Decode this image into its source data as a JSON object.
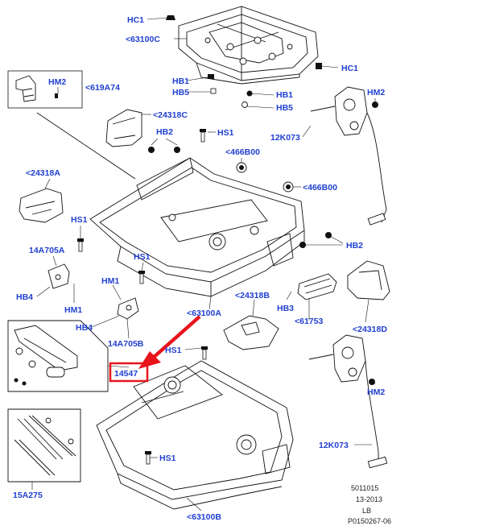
{
  "labels": [
    {
      "id": "l1",
      "text": "HC1"
    },
    {
      "id": "l2",
      "text": "<63100C"
    },
    {
      "id": "l3",
      "text": "HC1"
    },
    {
      "id": "l4",
      "text": "HM2"
    },
    {
      "id": "l5",
      "text": "<619A74"
    },
    {
      "id": "l6",
      "text": "HB1"
    },
    {
      "id": "l7",
      "text": "HB5"
    },
    {
      "id": "l8",
      "text": "HB1"
    },
    {
      "id": "l9",
      "text": "HB5"
    },
    {
      "id": "l10",
      "text": "HM2"
    },
    {
      "id": "l11",
      "text": "<24318C"
    },
    {
      "id": "l12",
      "text": "HB2"
    },
    {
      "id": "l13",
      "text": "HS1"
    },
    {
      "id": "l14",
      "text": "12K073"
    },
    {
      "id": "l15",
      "text": "<466B00"
    },
    {
      "id": "l16",
      "text": "<24318A"
    },
    {
      "id": "l17",
      "text": "<466B00"
    },
    {
      "id": "l18",
      "text": "HS1"
    },
    {
      "id": "l19",
      "text": "HB2"
    },
    {
      "id": "l20",
      "text": "14A705A"
    },
    {
      "id": "l21",
      "text": "HS1"
    },
    {
      "id": "l22",
      "text": "HB4"
    },
    {
      "id": "l23",
      "text": "HM1"
    },
    {
      "id": "l24",
      "text": "HM1"
    },
    {
      "id": "l25",
      "text": "<24318B"
    },
    {
      "id": "l26",
      "text": "<63100A"
    },
    {
      "id": "l27",
      "text": "HB3"
    },
    {
      "id": "l28",
      "text": "<61753"
    },
    {
      "id": "l29",
      "text": "HB4"
    },
    {
      "id": "l30",
      "text": "<24318D"
    },
    {
      "id": "l31",
      "text": "14A705B"
    },
    {
      "id": "l32",
      "text": "HS1"
    },
    {
      "id": "l33",
      "text": "14547"
    },
    {
      "id": "l34",
      "text": "HM2"
    },
    {
      "id": "l35",
      "text": "12K073"
    },
    {
      "id": "l36",
      "text": "HS1"
    },
    {
      "id": "l37",
      "text": "15A275"
    },
    {
      "id": "l38",
      "text": "<63100B"
    }
  ],
  "footer": {
    "line1": "5011015",
    "line2": "13-2013",
    "line3": "LB",
    "line4": "P0150267-06"
  },
  "colors": {
    "label": "#1f3fd1",
    "highlight": "#e8141c",
    "line": "#111111"
  },
  "highlight_target": "14547"
}
